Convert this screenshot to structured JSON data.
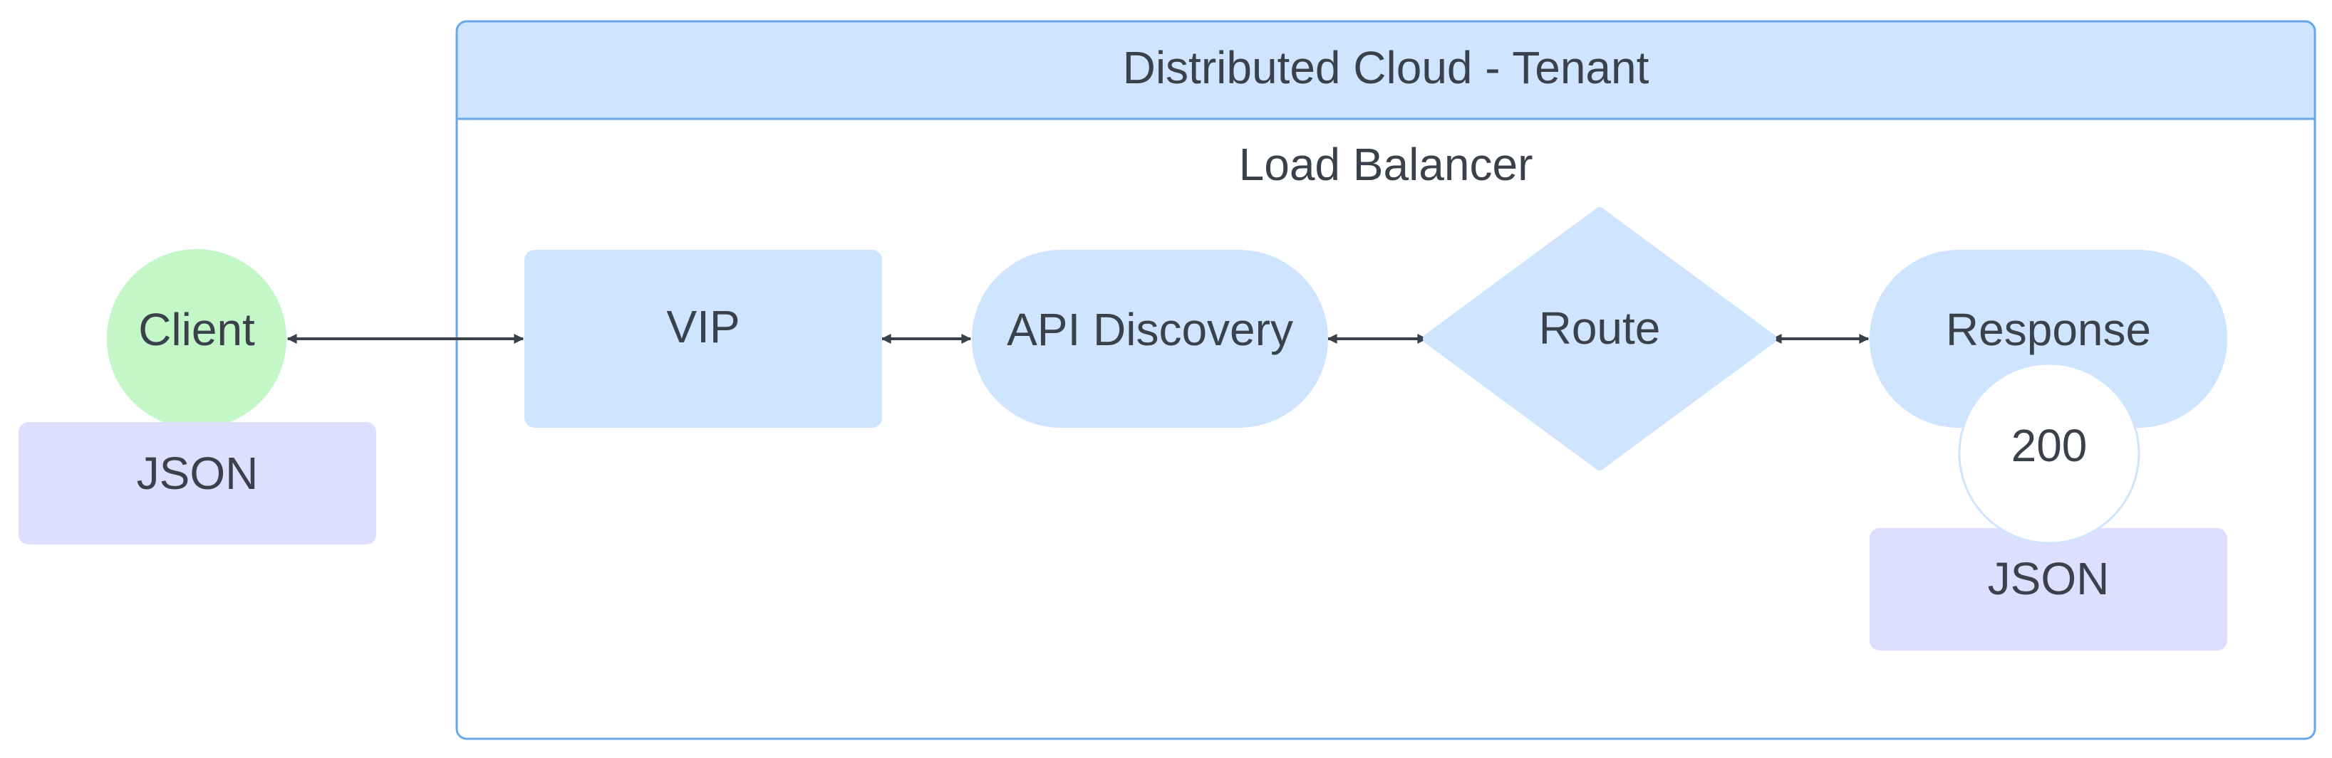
{
  "diagram": {
    "title": "Distributed Cloud - Tenant",
    "subtitle": "Load Balancer",
    "client": {
      "label": "Client",
      "payload": "JSON"
    },
    "nodes": {
      "vip": "VIP",
      "api_discovery": "API Discovery",
      "route": "Route",
      "response": "Response"
    },
    "status_code": "200",
    "response_payload": "JSON",
    "colors": {
      "container_fill": "#cfe4ff",
      "container_border": "#6aa7e8",
      "node_fill": "#cfe4ff",
      "client_fill": "#c3f7c8",
      "payload_fill": "#dedeff",
      "text": "#3a414a",
      "connector": "#3a414a"
    }
  }
}
